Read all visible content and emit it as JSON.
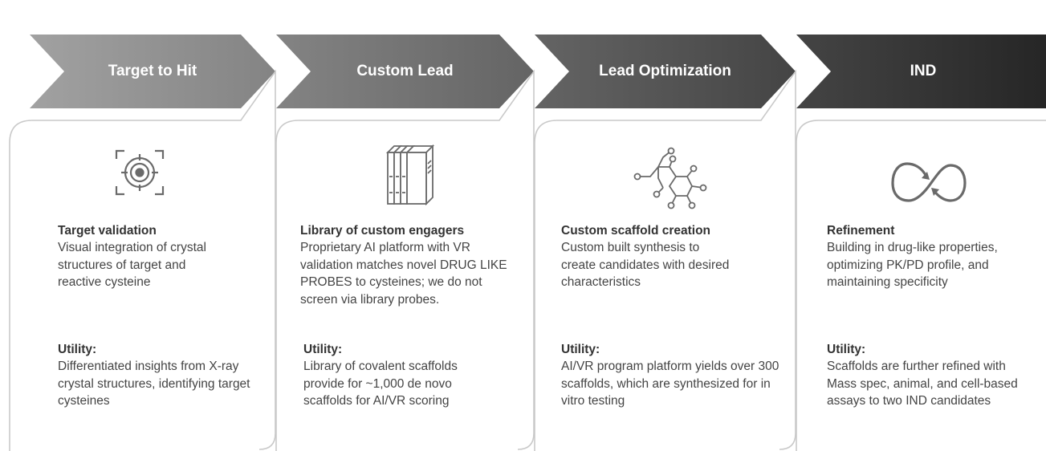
{
  "colors": {
    "chevron_light": "#a2a2a2",
    "chevron_dark": "#2b2b2b",
    "card_border": "#c9c9c9",
    "icon_stroke": "#6a6a6a"
  },
  "stages": [
    {
      "title": "Target to Hit",
      "icon": "target-icon",
      "heading": "Target validation",
      "description": "Visual integration of crystal structures of target and reactive cysteine",
      "utility_label": "Utility:",
      "utility_text": "Differentiated insights from X-ray crystal structures, identifying target cysteines"
    },
    {
      "title": "Custom Lead",
      "icon": "books-icon",
      "heading": "Library of custom engagers",
      "description": "Proprietary AI platform with VR validation matches novel DRUG LIKE PROBES to cysteines; we do not screen via library probes.",
      "utility_label": "Utility:",
      "utility_text": "Library of covalent scaffolds provide for ~1,000 de novo scaffolds for AI/VR scoring"
    },
    {
      "title": "Lead Optimization",
      "icon": "molecule-icon",
      "heading": "Custom scaffold creation",
      "description": "Custom built synthesis to create candidates with desired characteristics",
      "utility_label": "Utility:",
      "utility_text": "AI/VR program platform yields over 300 scaffolds, which are synthesized for in vitro testing"
    },
    {
      "title": "IND",
      "icon": "infinity-arrows-icon",
      "heading": "Refinement",
      "description": "Building in drug-like properties, optimizing PK/PD profile, and maintaining specificity",
      "utility_label": "Utility:",
      "utility_text": "Scaffolds are further refined with Mass spec, animal, and cell-based assays to two IND candidates"
    }
  ]
}
